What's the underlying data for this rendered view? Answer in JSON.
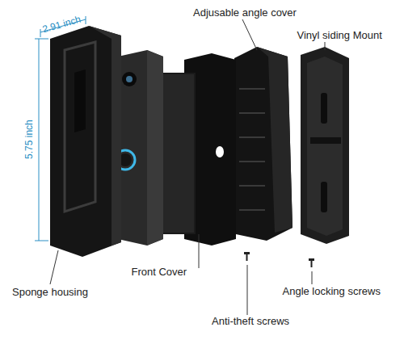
{
  "diagram": {
    "labels": [
      "2.91 inch",
      "5.75 inch",
      "Adjusable angle cover",
      "Vinyl siding Mount",
      "Front Cover",
      "Sponge housing",
      "Angle locking screws",
      "Anti-theft screws"
    ]
  }
}
